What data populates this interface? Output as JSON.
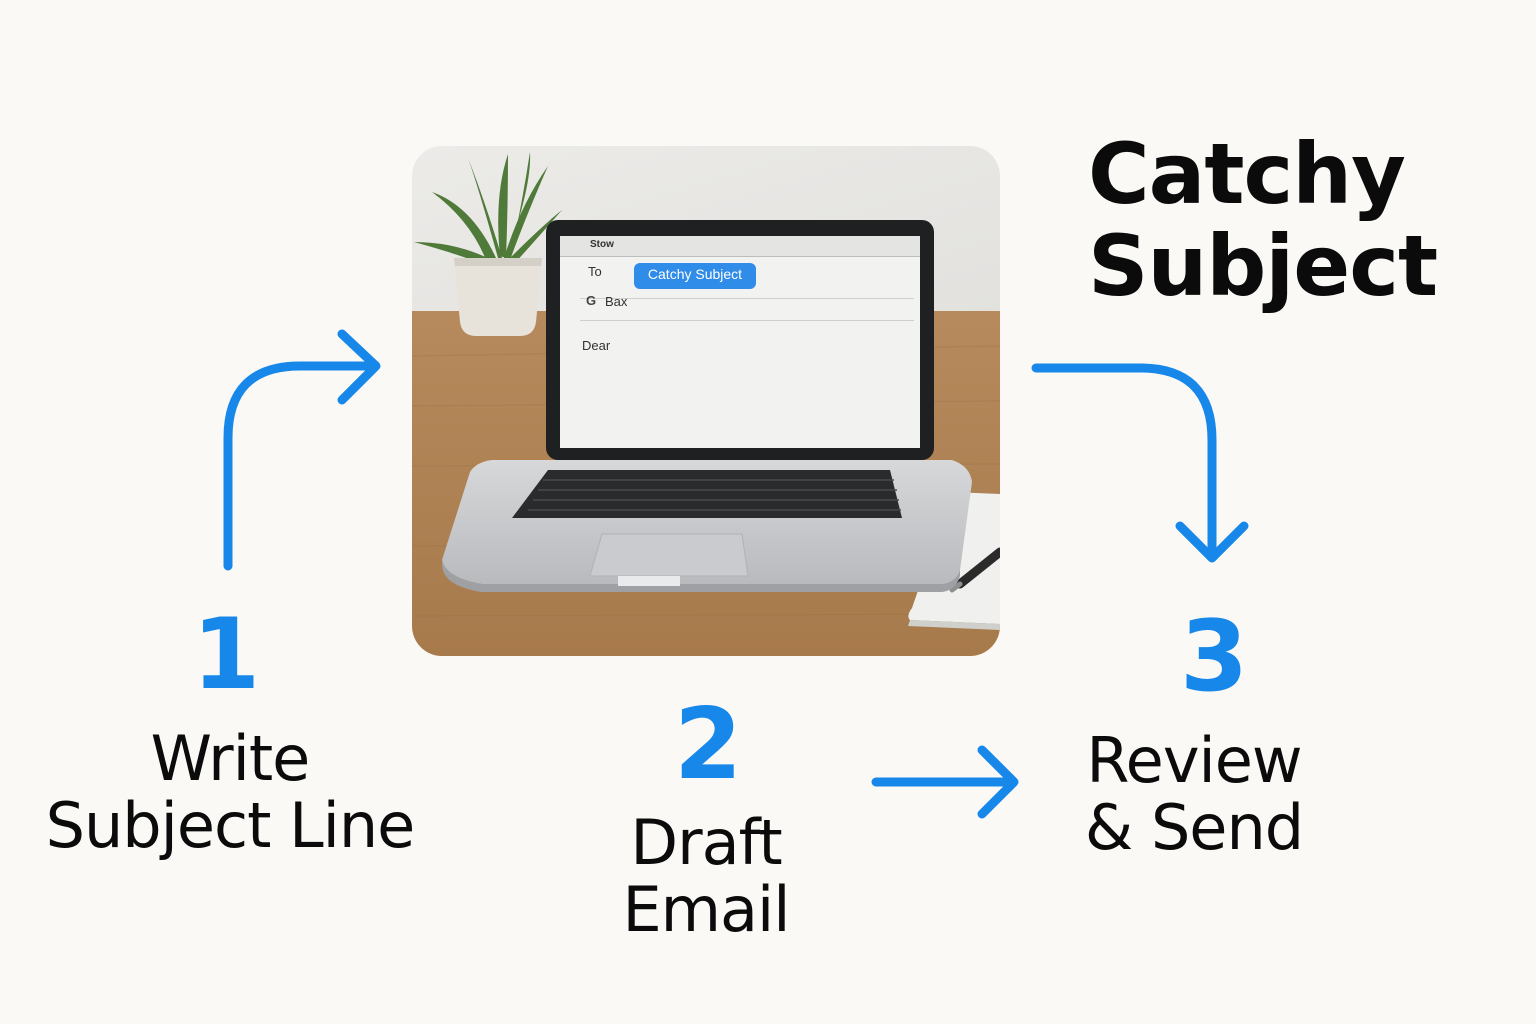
{
  "heading": {
    "line1": "Catchy",
    "line2": "Subject"
  },
  "steps": [
    {
      "number": "1",
      "line1": "Write",
      "line2": "Subject Line"
    },
    {
      "number": "2",
      "line1": "Draft",
      "line2": "Email"
    },
    {
      "number": "3",
      "line1": "Review",
      "line2": "& Send"
    }
  ],
  "screen": {
    "app_title": "Stow",
    "to_label": "To",
    "subject_chip": "Catchy Subject",
    "from_name": "Bax",
    "from_icon": "google-g-icon",
    "body_text": "Dear"
  },
  "colors": {
    "accent": "#1788ea",
    "text": "#0b0b0b",
    "background": "#faf9f6"
  }
}
